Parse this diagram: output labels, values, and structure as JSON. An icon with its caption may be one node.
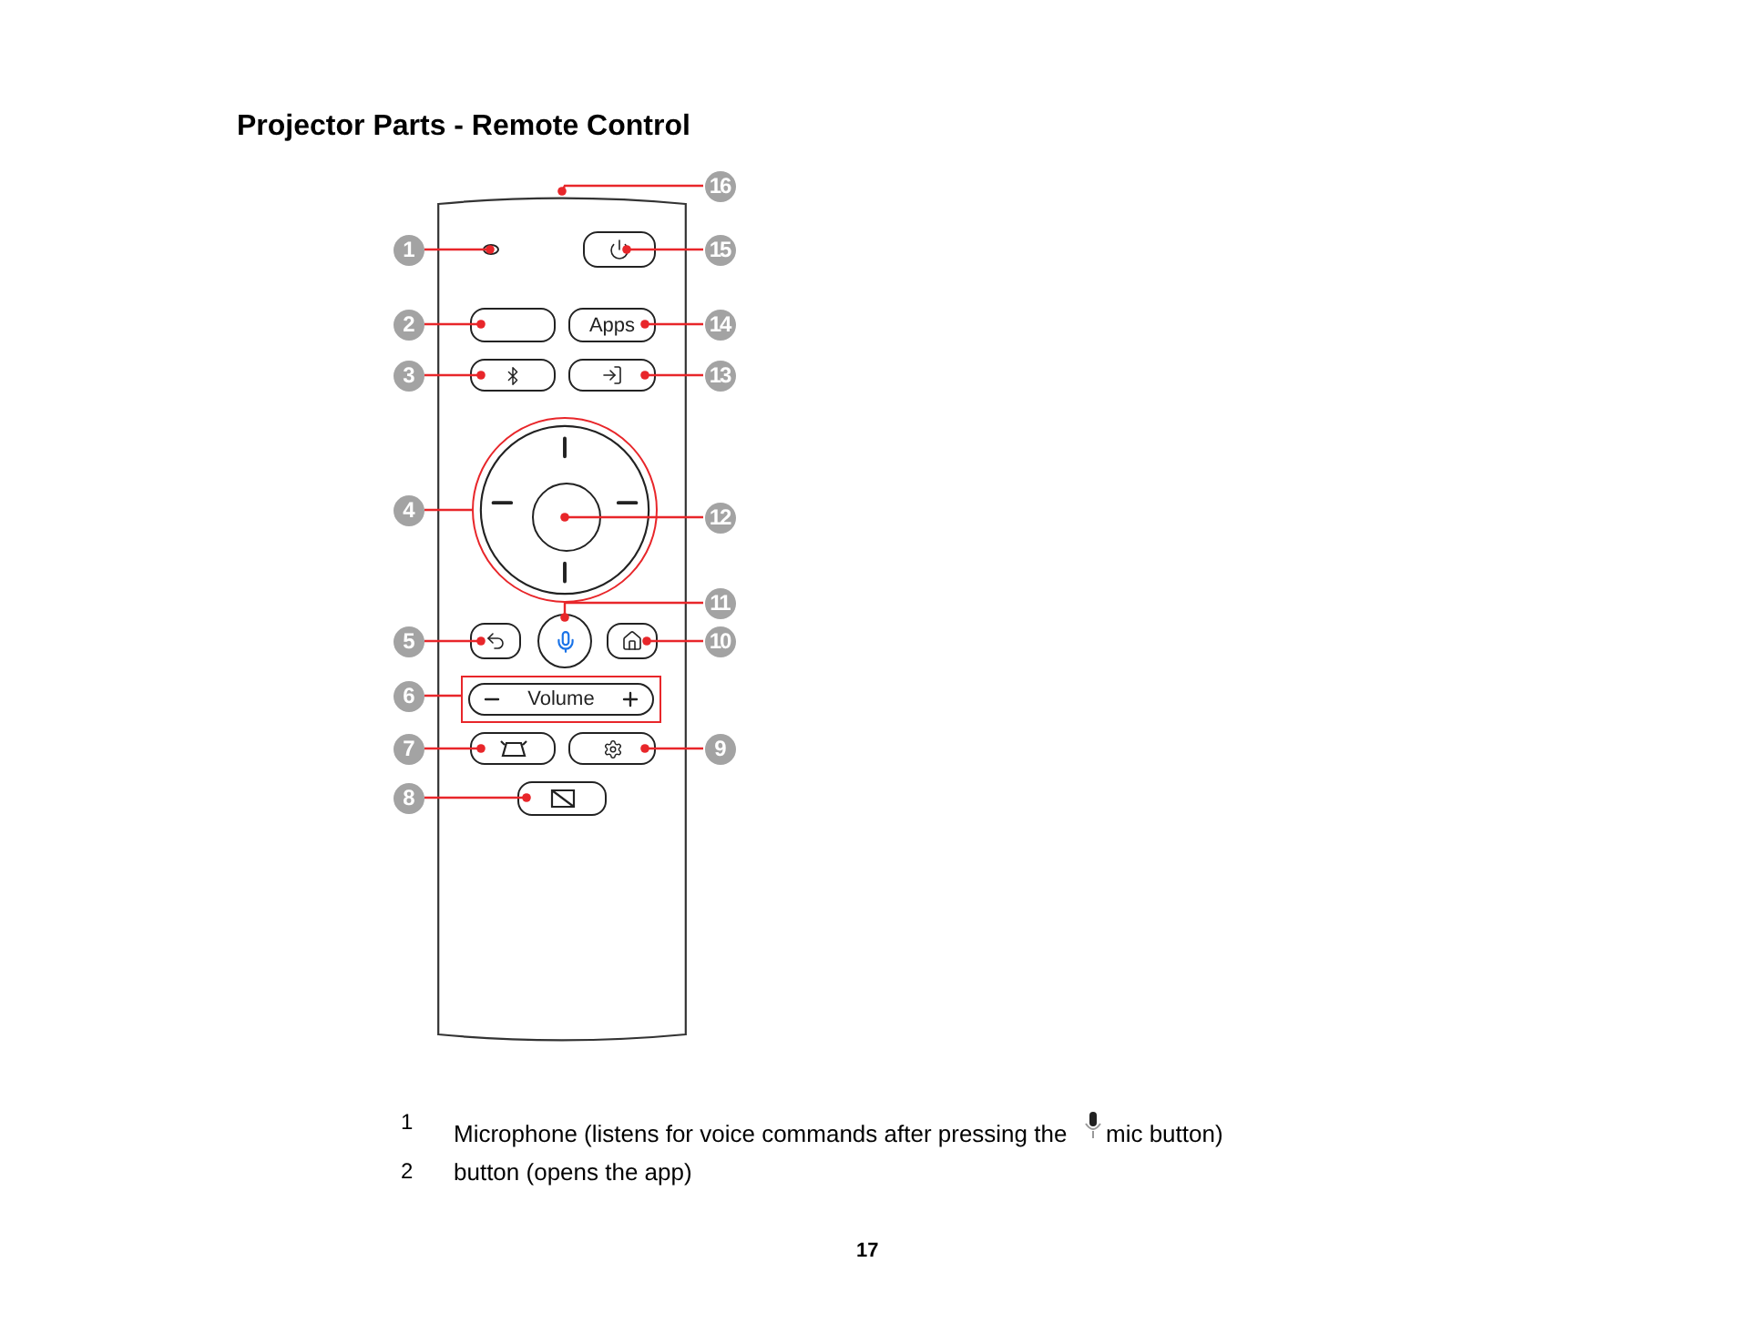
{
  "diagram": {
    "title": "Projector Parts - Remote Control",
    "nodes": [
      {
        "text": [
          "1"
        ]
      },
      {
        "text": [
          "2"
        ]
      },
      {
        "text": [
          "3"
        ]
      },
      {
        "text": [
          "4"
        ]
      },
      {
        "text": [
          "5"
        ]
      },
      {
        "text": [
          "6"
        ]
      },
      {
        "text": [
          "7"
        ]
      },
      {
        "text": [
          "8"
        ]
      },
      {
        "text": [
          "9"
        ]
      },
      {
        "text": [
          "10"
        ]
      },
      {
        "text": [
          "11"
        ]
      },
      {
        "text": [
          "12"
        ]
      },
      {
        "text": [
          "13"
        ]
      },
      {
        "text": [
          "14"
        ]
      },
      {
        "text": [
          "15"
        ]
      },
      {
        "text": [
          "16"
        ]
      },
      {
        "text": [],
        "shape": "box"
      },
      {
        "text": [],
        "shape": "circle",
        "in": 16
      },
      {
        "text": [],
        "shape": "box",
        "in": 16
      },
      {
        "text": [],
        "shape": "box",
        "in": 16
      },
      {
        "text": [],
        "shape": "circle",
        "in": 16
      },
      {
        "text": [],
        "shape": "circle",
        "in": 20
      },
      {
        "text": [],
        "shape": "box",
        "in": 16
      },
      {
        "text": [],
        "shape": "circle",
        "in": 16
      },
      {
        "text": [],
        "shape": "box",
        "in": 16
      },
      {
        "text": [
          "Volume"
        ],
        "in": 16
      },
      {
        "text": [],
        "shape": "box",
        "in": 16
      },
      {
        "text": [],
        "shape": "box",
        "in": 16
      },
      {
        "text": [],
        "shape": "box",
        "in": 16
      },
      {
        "text": [],
        "shape": "box",
        "in": 16
      },
      {
        "text": [
          "Apps"
        ],
        "in": 16
      },
      {
        "text": [],
        "shape": "box",
        "in": 16
      }
    ],
    "edges": [
      {
        "from": 0,
        "to": 17,
        "arrow": "other",
        "color": "#e8262a"
      },
      {
        "from": 1,
        "to": 18,
        "arrow": "other",
        "color": "#e8262a"
      },
      {
        "from": 2,
        "to": 19,
        "arrow": "other",
        "color": "#e8262a"
      },
      {
        "from": 3,
        "to": 20,
        "arrow": "none",
        "color": "#e8262a"
      },
      {
        "from": 4,
        "to": 22,
        "arrow": "other",
        "color": "#e8262a"
      },
      {
        "from": 5,
        "to": 25,
        "arrow": "none",
        "color": "#e8262a"
      },
      {
        "from": 6,
        "to": 26,
        "arrow": "other",
        "color": "#e8262a"
      },
      {
        "from": 7,
        "to": 28,
        "arrow": "other",
        "color": "#e8262a"
      },
      {
        "from": 8,
        "to": 27,
        "arrow": "other",
        "color": "#e8262a"
      },
      {
        "from": 9,
        "to": 24,
        "arrow": "other",
        "color": "#e8262a"
      },
      {
        "from": 10,
        "to": 23,
        "arrow": "other",
        "color": "#e8262a"
      },
      {
        "from": 11,
        "to": 21,
        "arrow": "other",
        "color": "#e8262a"
      },
      {
        "from": 12,
        "to": 29,
        "arrow": "other",
        "color": "#e8262a"
      },
      {
        "from": 13,
        "to": 30,
        "arrow": "other",
        "color": "#e8262a"
      },
      {
        "from": 14,
        "to": 31,
        "arrow": "other",
        "color": "#e8262a"
      },
      {
        "from": 15,
        "to": 16,
        "arrow": "other",
        "color": "#e8262a"
      }
    ],
    "labels": [
      "1",
      "Microphone (listens for voice commands after pressing the",
      "mic button)",
      "2",
      "button (opens the app)",
      "17"
    ]
  }
}
